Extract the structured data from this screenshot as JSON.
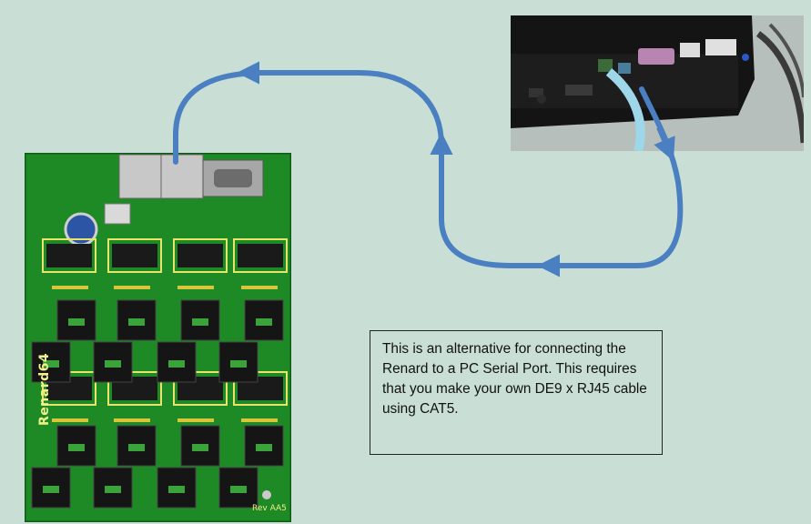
{
  "caption": {
    "text": "This is an alternative  for connecting the Renard to a PC Serial Port.  This requires that you make your own DE9 x RJ45 cable using CAT5."
  },
  "board": {
    "name": "Renard64",
    "revision": "Rev AA5"
  },
  "colors": {
    "background": "#c9dfd6",
    "cable": "#4a7fc1",
    "board_pcb": "#1d8a25"
  },
  "icons": {
    "board_photo": "circuit-board-photo",
    "pc_photo": "computer-ports-photo",
    "cable_arrows": "cable-path-arrows"
  }
}
